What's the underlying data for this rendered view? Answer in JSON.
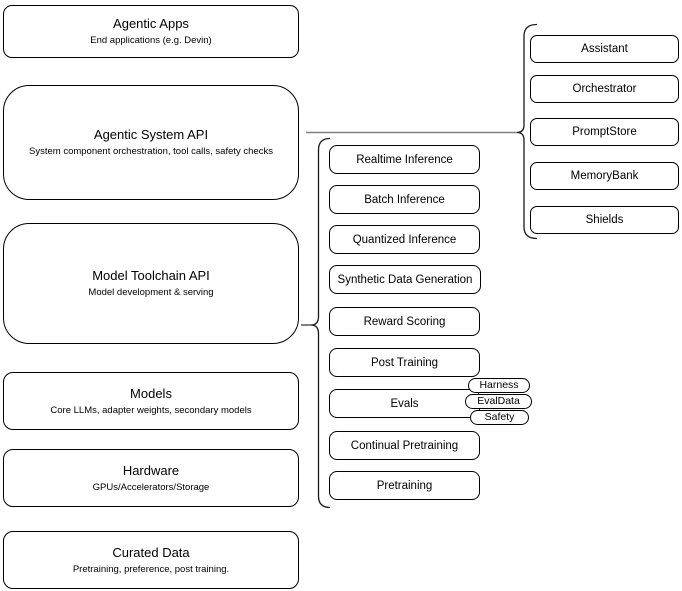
{
  "diagram": {
    "left_column": [
      {
        "title": "Agentic Apps",
        "subtitle": "End applications (e.g. Devin)"
      },
      {
        "title": "Agentic System API",
        "subtitle": "System component orchestration, tool calls, safety checks"
      },
      {
        "title": "Model Toolchain API",
        "subtitle": "Model development & serving"
      },
      {
        "title": "Models",
        "subtitle": "Core LLMs, adapter weights, secondary models"
      },
      {
        "title": "Hardware",
        "subtitle": "GPUs/Accelerators/Storage"
      },
      {
        "title": "Curated Data",
        "subtitle": "Pretraining, preference, post training."
      }
    ],
    "toolchain_nodes": [
      "Realtime Inference",
      "Batch Inference",
      "Quantized Inference",
      "Synthetic Data Generation",
      "Reward Scoring",
      "Post Training",
      "Evals",
      "Continual Pretraining",
      "Pretraining"
    ],
    "eval_tags": [
      "Harness",
      "EvalData",
      "Safety"
    ],
    "system_components": [
      "Assistant",
      "Orchestrator",
      "PromptStore",
      "MemoryBank",
      "Shields"
    ],
    "colors": {
      "node_stroke": "#000000",
      "brace_stroke": "#000000",
      "connector_line": "#808080",
      "background": "#ffffff",
      "text": "#000000"
    }
  }
}
